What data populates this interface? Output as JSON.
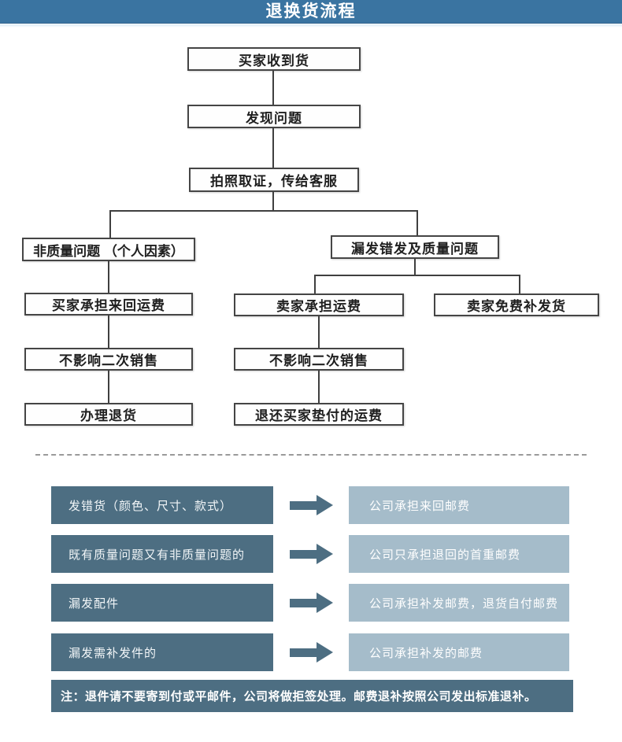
{
  "header": {
    "title": "退换货流程"
  },
  "flowchart": {
    "nodes": [
      {
        "label": "买家收到货"
      },
      {
        "label": "发现问题"
      },
      {
        "label": "拍照取证，传给客服"
      },
      {
        "label": "非质量问题 （个人因素）"
      },
      {
        "label": "买家承担来回运费"
      },
      {
        "label": "不影响二次销售"
      },
      {
        "label": "办理退货"
      },
      {
        "label": "漏发错发及质量问题"
      },
      {
        "label": "卖家承担运费"
      },
      {
        "label": "不影响二次销售"
      },
      {
        "label": "退还买家垫付的运费"
      },
      {
        "label": "卖家免费补发货"
      }
    ]
  },
  "policy": {
    "rows": [
      {
        "condition": "发错货（颜色、尺寸、款式）",
        "result": "公司承担来回邮费"
      },
      {
        "condition": "既有质量问题又有非质量问题的",
        "result": "公司只承担退回的首重邮费"
      },
      {
        "condition": "漏发配件",
        "result": "公司承担补发邮费，退货自付邮费"
      },
      {
        "condition": "漏发需补发件的",
        "result": "公司承担补发的邮费"
      }
    ]
  },
  "note": {
    "text": "注：退件请不要寄到付或平邮件，公司将做拒签处理。邮费退补按照公司发出标准退补。"
  },
  "colors": {
    "header_bg": "#3a74a1",
    "dark_box": "#4d6e82",
    "light_box": "#a5bcca",
    "connector_line": "#3f3f3f",
    "node_border": "#454545"
  }
}
